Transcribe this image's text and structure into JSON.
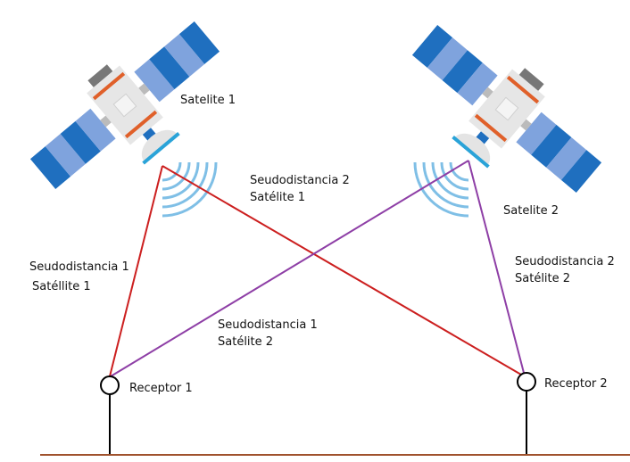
{
  "satellites": [
    {
      "label": "Satelite 1"
    },
    {
      "label": "Satelite 2"
    }
  ],
  "receivers": [
    {
      "label": "Receptor 1"
    },
    {
      "label": "Receptor 2"
    }
  ],
  "ranges": [
    {
      "line1": "Seudodistancia 1",
      "line2": "Satéllite 1",
      "color": "#cc1f1f"
    },
    {
      "line1": "Seudodistancia 2",
      "line2": "Satélite 1",
      "color": "#cc1f1f"
    },
    {
      "line1": "Seudodistancia 1",
      "line2": "Satélite 2",
      "color": "#8e3fa6"
    },
    {
      "line1": "Seudodistancia 2",
      "line2": "Satélite 2",
      "color": "#8e3fa6"
    }
  ],
  "colors": {
    "panel_dark": "#1f6fbf",
    "panel_light": "#7fa3dd",
    "wave": "#7fbfe6",
    "ground": "#a0522d"
  }
}
